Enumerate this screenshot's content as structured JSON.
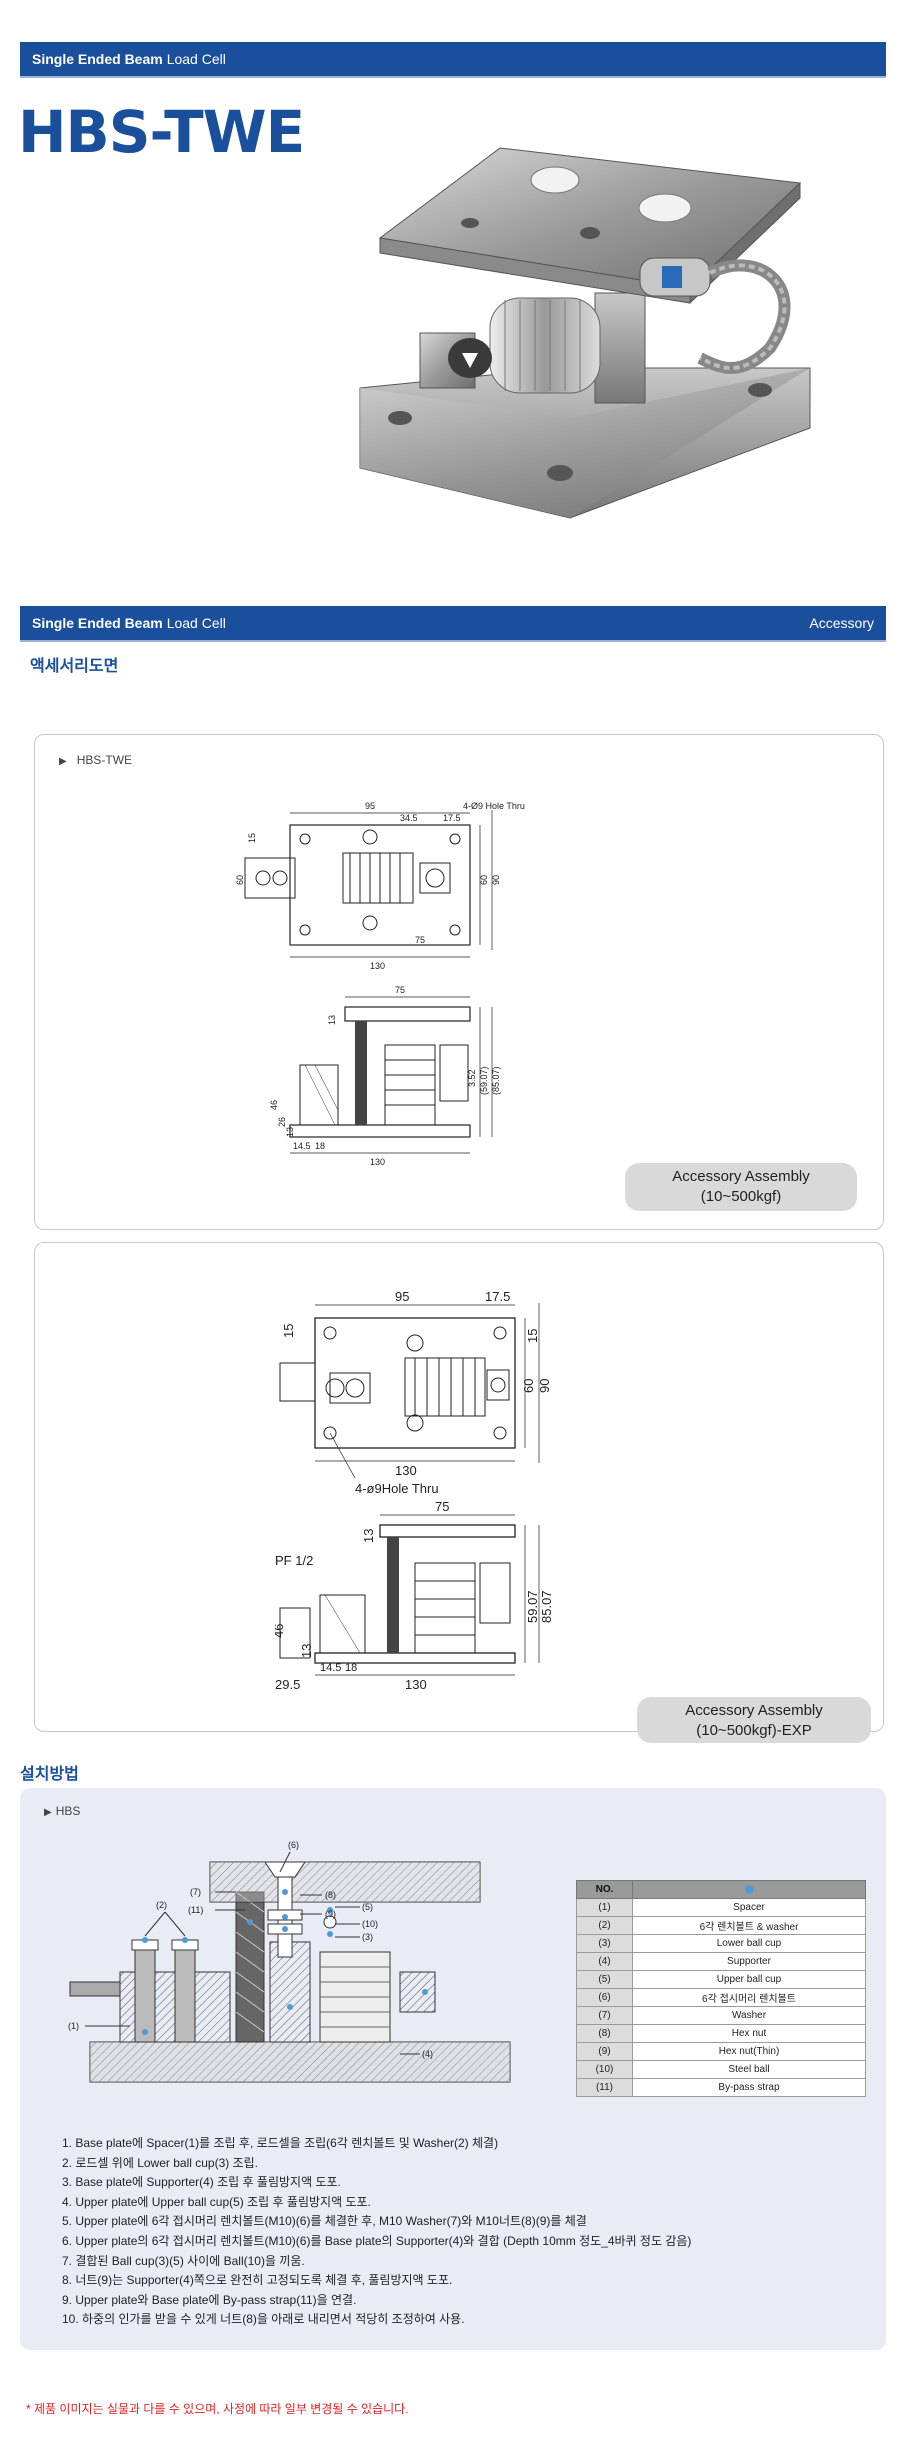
{
  "header": {
    "bar_bold": "Single Ended Beam",
    "bar_light": "Load Cell",
    "product_name": "HBS-TWE"
  },
  "accessory_section": {
    "bar_bold": "Single Ended Beam",
    "bar_light": "Load Cell",
    "bar_right": "Accessory",
    "title": "액세서리도면",
    "panel1": {
      "label": "HBS-TWE",
      "caption_line1": "Accessory Assembly",
      "caption_line2": "(10~500kgf)",
      "dims_top": [
        "95",
        "34.5",
        "17.5",
        "4-Ø9 Hole Thru",
        "15",
        "60",
        "60",
        "90",
        "130",
        "75"
      ],
      "dims_side": [
        "75",
        "13",
        "3.52",
        "(59.07)",
        "(85.07)",
        "46",
        "26",
        "13",
        "14.5",
        "18",
        "130"
      ]
    },
    "panel2": {
      "caption_line1": "Accessory Assembly",
      "caption_line2": "(10~500kgf)-EXP",
      "dims_top": [
        "95",
        "17.5",
        "15",
        "15",
        "60",
        "90",
        "130",
        "4-ø9Hole Thru"
      ],
      "dims_side": [
        "75",
        "PF 1/2",
        "13",
        "59.07",
        "85.07",
        "46",
        "13",
        "14.5",
        "18",
        "29.5",
        "130"
      ]
    }
  },
  "install_section": {
    "title": "설치방법",
    "label": "HBS",
    "callouts": [
      "(6)",
      "(7)",
      "(11)",
      "(8)",
      "(9)",
      "(5)",
      "(10)",
      "(3)",
      "(2)",
      "(1)",
      "(4)"
    ],
    "table_header_no": "NO.",
    "parts": [
      {
        "no": "(1)",
        "name": "Spacer"
      },
      {
        "no": "(2)",
        "name": "6각 렌치볼트 & washer"
      },
      {
        "no": "(3)",
        "name": "Lower ball cup"
      },
      {
        "no": "(4)",
        "name": "Supporter"
      },
      {
        "no": "(5)",
        "name": "Upper ball cup"
      },
      {
        "no": "(6)",
        "name": "6각 접시머리 렌치볼트"
      },
      {
        "no": "(7)",
        "name": "Washer"
      },
      {
        "no": "(8)",
        "name": "Hex nut"
      },
      {
        "no": "(9)",
        "name": "Hex nut(Thin)"
      },
      {
        "no": "(10)",
        "name": "Steel ball"
      },
      {
        "no": "(11)",
        "name": "By-pass strap"
      }
    ],
    "steps": [
      "1. Base plate에 Spacer(1)를 조립 후, 로드셀을 조립(6각 렌치볼트 및 Washer(2) 체결)",
      "2. 로드셀 위에 Lower ball cup(3) 조립.",
      "3. Base plate에 Supporter(4) 조립 후 풀림방지액 도포.",
      "4. Upper plate에 Upper ball cup(5) 조립 후 풀림방지액 도포.",
      "5. Upper plate에 6각 접시머리 렌치볼트(M10)(6)를 체결한 후, M10 Washer(7)와 M10너트(8)(9)를 체결",
      "6. Upper plate의 6각 접시머리 렌치볼트(M10)(6)를 Base plate의 Supporter(4)와 결합 (Depth 10mm 정도_4바퀴 정도 감음)",
      "7. 결합된 Ball cup(3)(5) 사이에 Ball(10)을 끼움.",
      "8. 너트(9)는 Supporter(4)쪽으로 완전히 고정되도록 체결 후, 풀림방지액 도포.",
      "9. Upper plate와 Base plate에 By-pass strap(11)을 연결.",
      "10. 하중의 인가를 받을 수 있게 너트(8)을 아래로 내리면서 적당히 조정하여 사용."
    ]
  },
  "footnote": "* 제품 이미지는 실물과 다를 수 있으며, 사정에 따라 일부 변경될 수 있습니다.",
  "colors": {
    "brand_blue": "#1a4f9c",
    "panel_bg": "#e9ecf5",
    "note_red": "#e02020"
  }
}
